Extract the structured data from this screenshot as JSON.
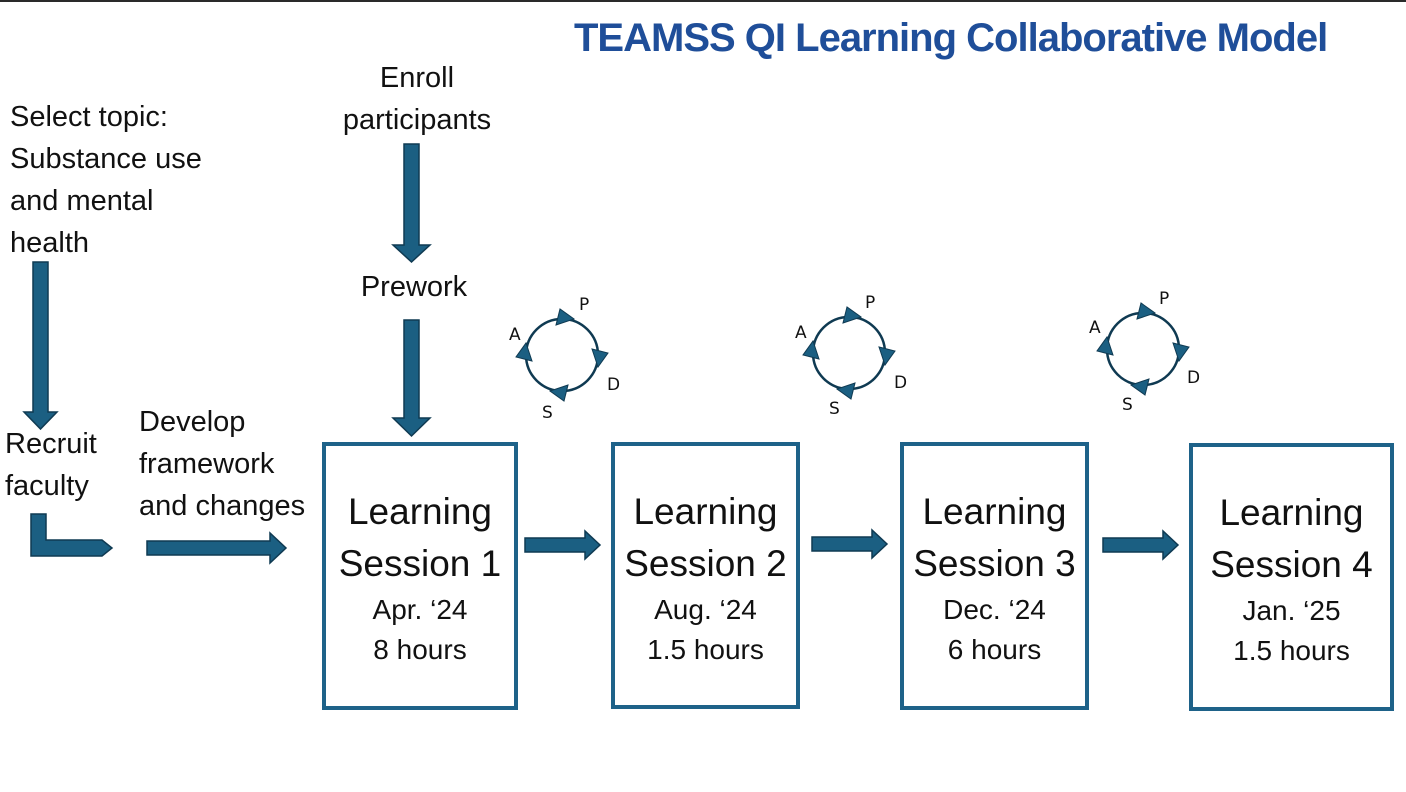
{
  "title": "TEAMSS QI Learning Collaborative Model",
  "steps": {
    "select_topic": [
      "Select topic:",
      "Substance use",
      "and mental",
      "health"
    ],
    "recruit_faculty": [
      "Recruit",
      "faculty"
    ],
    "develop": [
      "Develop",
      "framework",
      "and changes"
    ],
    "enroll": [
      "Enroll",
      "participants"
    ],
    "prework": "Prework"
  },
  "sessions": [
    {
      "title_line1": "Learning",
      "title_line2": "Session 1",
      "date": "Apr. ‘24",
      "duration": "8 hours"
    },
    {
      "title_line1": "Learning",
      "title_line2": "Session 2",
      "date": "Aug. ‘24",
      "duration": "1.5 hours"
    },
    {
      "title_line1": "Learning",
      "title_line2": "Session 3",
      "date": "Dec. ‘24",
      "duration": "6 hours"
    },
    {
      "title_line1": "Learning",
      "title_line2": "Session 4",
      "date": "Jan. ‘25",
      "duration": "1.5 hours"
    }
  ],
  "pdsa_cycle": {
    "plan": "P",
    "do": "D",
    "study": "S",
    "act": "A"
  },
  "colors": {
    "title": "#1f4e99",
    "arrow": "#1b5f82",
    "box_border": "#1e6289"
  }
}
